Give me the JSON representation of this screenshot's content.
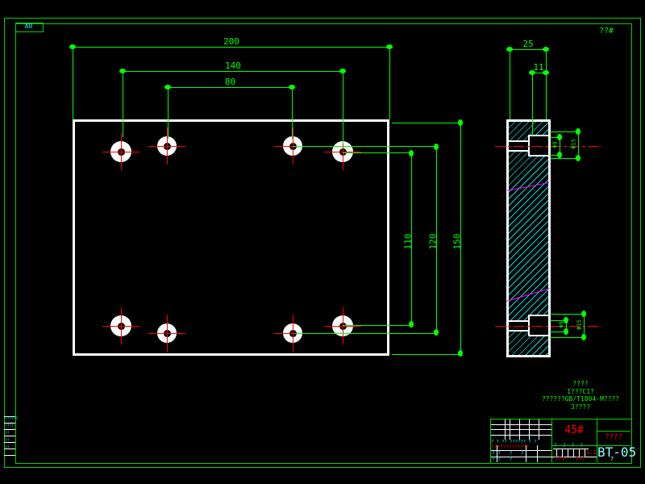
{
  "sheet": {
    "format_label": "A0",
    "corner_mark": "??#"
  },
  "colors": {
    "line_green": "#00ff00",
    "frame_green": "#00d400",
    "outline_white": "#ffffff",
    "center_red": "#ff0000",
    "hatch_cyan": "#00dcdc",
    "aux_magenta": "#ff00ff",
    "label_cyan": "#00ffff"
  },
  "dims": {
    "width_outer": "200",
    "width_mid": "140",
    "width_inner": "80",
    "height_inner": "110",
    "height_mid": "120",
    "height_outer": "150",
    "thickness": "25",
    "cbore_depth": "11",
    "hole_dia": "Φ9",
    "cbore_dia": "Φ15"
  },
  "notes": {
    "line1": "????",
    "line2": "1???C1?",
    "line3": "??????GB/T1804-M????",
    "line4": "3????"
  },
  "title_block": {
    "material": "45#",
    "company": "????",
    "drawing_number": "BT-05",
    "drawing_number_sub": "7",
    "scale": "1:1",
    "header_row": "? ? ?? ?????? ? ?",
    "marked_row": "?????????????",
    "left_row1": "? ?   ?   ?",
    "left_row2": "? ?   ?",
    "mid_header": "?  ?  ?  ?",
    "qty_row": "???   ???"
  },
  "margin_strip": {
    "rows": [
      "??????",
      "????",
      "??",
      "??",
      "??"
    ]
  }
}
